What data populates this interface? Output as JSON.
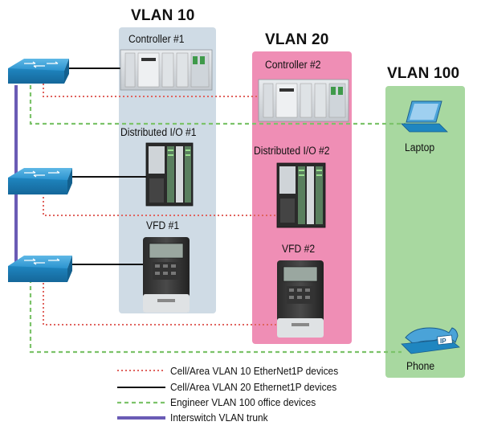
{
  "vlans": [
    {
      "id": "vlan10",
      "label": "VLAN 10",
      "color": "#cfdbe5"
    },
    {
      "id": "vlan20",
      "label": "VLAN 20",
      "color": "#ef8eb5"
    },
    {
      "id": "vlan100",
      "label": "VLAN 100",
      "color": "#a8d8a0"
    }
  ],
  "devices": {
    "controller1": "Controller #1",
    "controller2": "Controller #2",
    "io1": "Distributed I/O #1",
    "io2": "Distributed I/O #2",
    "vfd1": "VFD #1",
    "vfd2": "VFD #2",
    "laptop": "Laptop",
    "phone": "Phone",
    "phone_screen_text": "IP"
  },
  "legend": [
    {
      "label": "Cell/Area VLAN 10 EtherNet1P devices",
      "color": "#e0645f",
      "style": "dotted"
    },
    {
      "label": "Cell/Area VLAN 20 Ethernet1P devices",
      "color": "#111111",
      "style": "solid"
    },
    {
      "label": "Engineer VLAN 100 office devices",
      "color": "#7cc36a",
      "style": "dashed"
    },
    {
      "label": "Interswitch VLAN trunk",
      "color": "#6a5bb5",
      "style": "solid"
    }
  ],
  "colors": {
    "switch": "#1f86c0",
    "vlan10_link": "#e0645f",
    "vlan20_link": "#111111",
    "vlan100_link": "#7cc36a",
    "trunk": "#6a5bb5"
  }
}
